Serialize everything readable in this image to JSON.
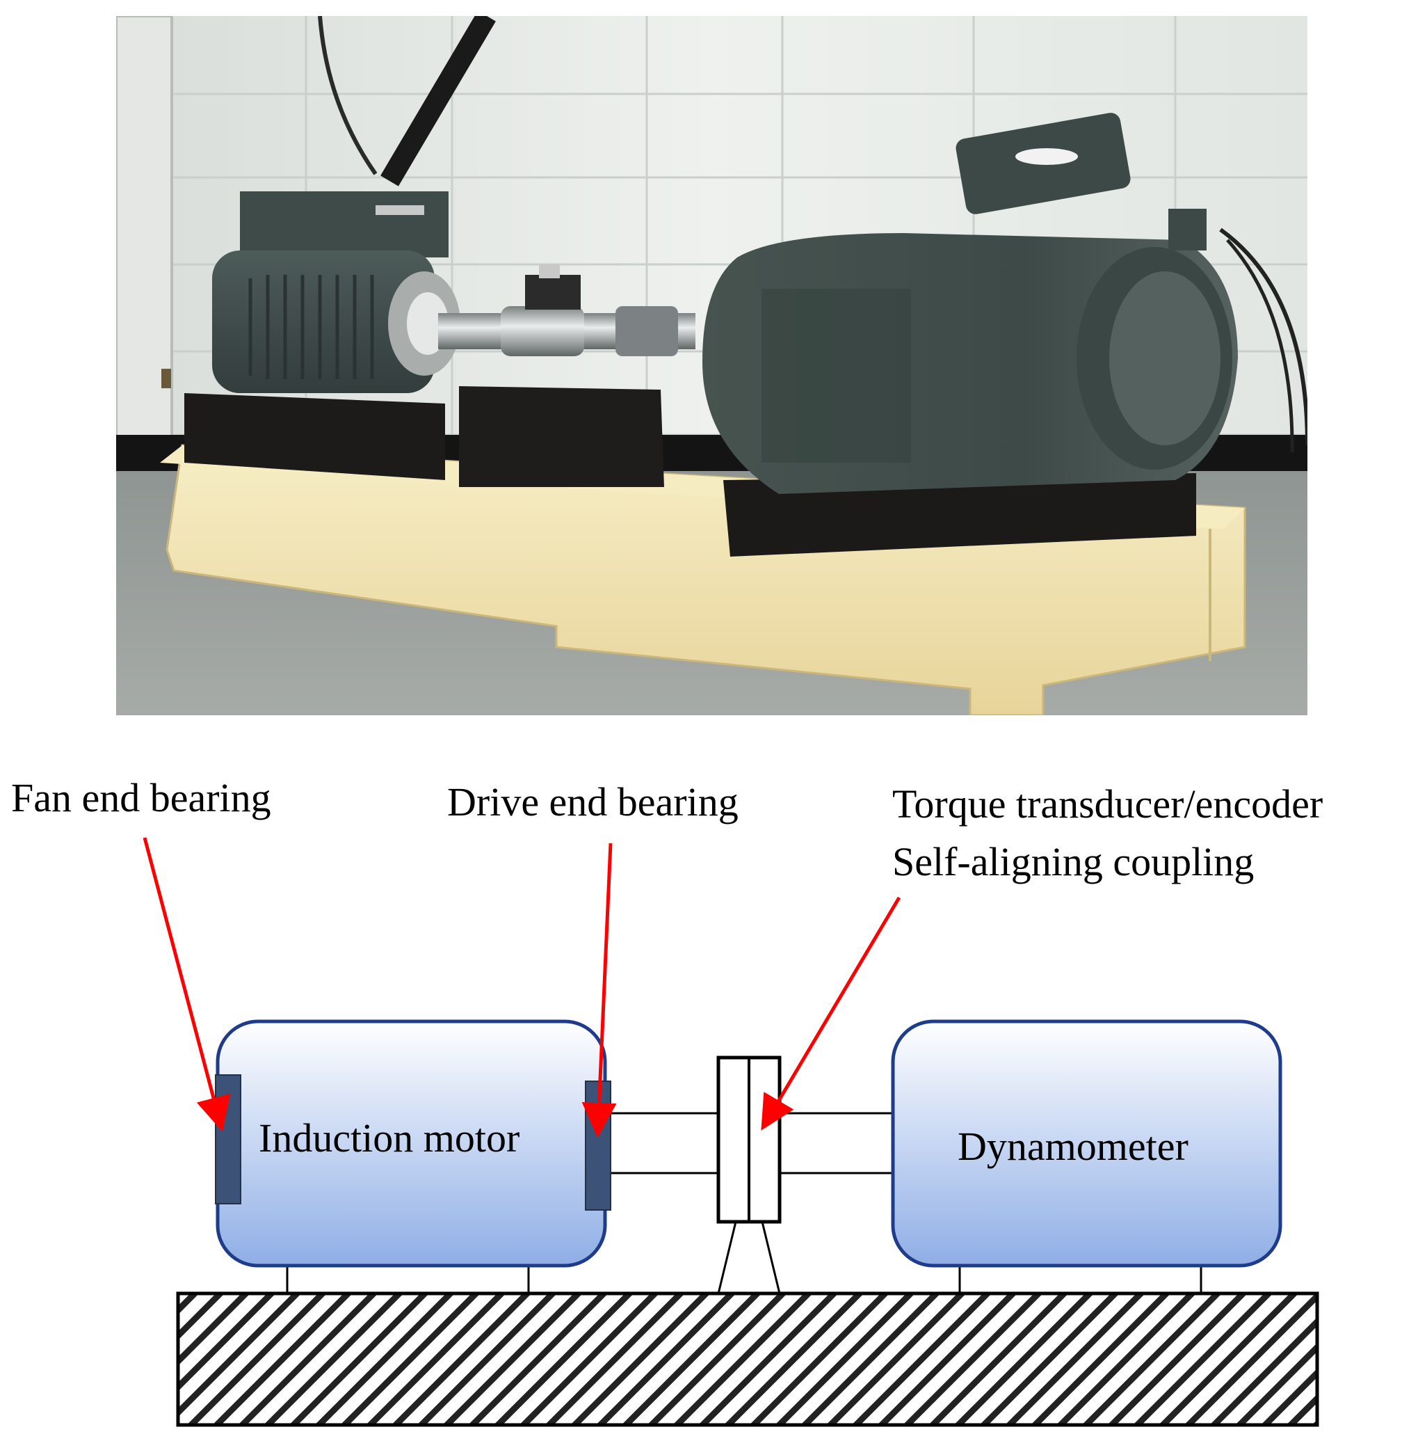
{
  "labels": {
    "fan_end_bearing": "Fan end bearing",
    "drive_end_bearing": "Drive end bearing",
    "torque_line1": "Torque transducer/encoder",
    "torque_line2": "Self-aligning coupling",
    "induction_motor": "Induction motor",
    "dynamometer": "Dynamometer"
  },
  "colors": {
    "arrow": "#ff0000",
    "box_border": "#1f3c8a",
    "box_fill_top": "#ffffff",
    "box_fill_bottom": "#8faee6",
    "bearing_fill": "#3c5277",
    "wall": "#e6ebe6",
    "floor": "#9ea3a0",
    "wood_base": "#f2e3b0",
    "motor_body": "#3f4d4b",
    "motor_base": "#1c1a19"
  },
  "photo": {
    "description_visible": false
  }
}
